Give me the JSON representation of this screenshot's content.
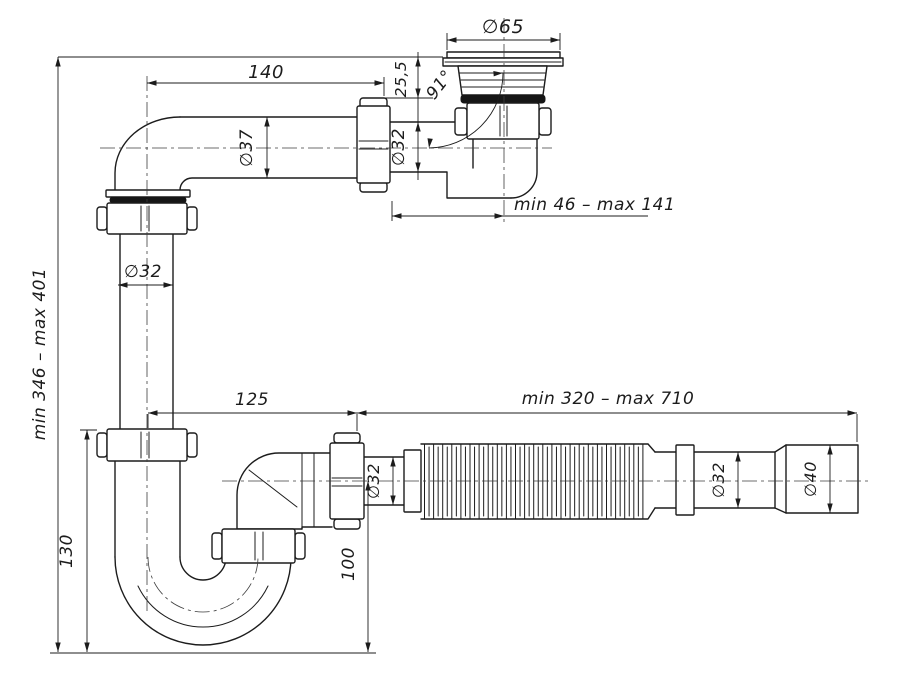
{
  "drawing": {
    "type": "technical-drawing",
    "subject": "sink-siphon-with-flexible-outlet",
    "colors": {
      "line": "#1c1c1c",
      "background": "#ffffff"
    },
    "labels": {
      "flange_diameter": "∅65",
      "angle": "91°",
      "top_length": "140",
      "flange_offset": "25,5",
      "inlet_pipe_diameter": "∅37",
      "tailpipe_diameter": "∅32",
      "tailpipe_range": "min 46 – max 141",
      "vertical_pipe_diameter": "∅32",
      "overall_height_range": "min 346 – max 401",
      "trap_offset_length": "125",
      "flex_hose_range": "min 320 – max 710",
      "trap_depth": "130",
      "outlet_height": "100",
      "outlet_diameter": "∅32",
      "hose_end_diameter": "∅32",
      "end_cuff_diameter": "∅40"
    }
  }
}
